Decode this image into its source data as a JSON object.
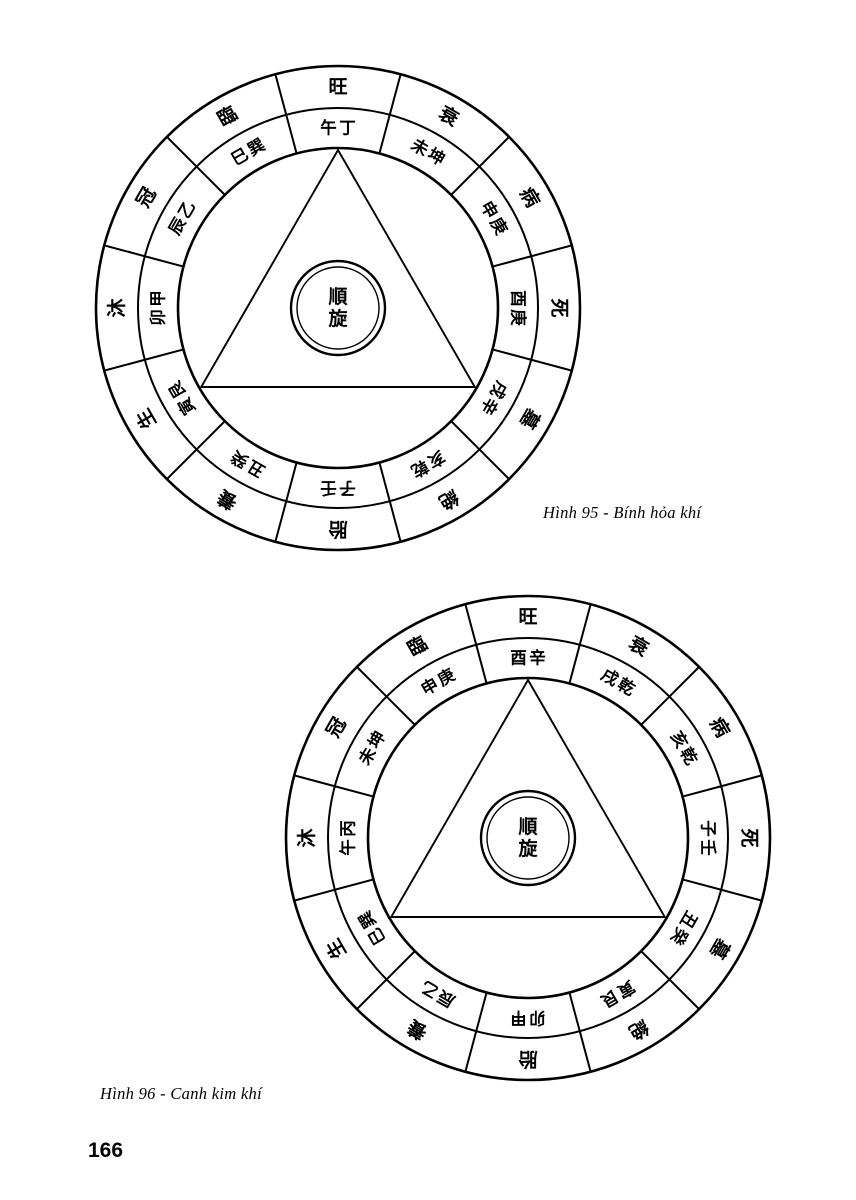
{
  "page": {
    "number": "166",
    "background_color": "#ffffff",
    "ink_color": "#000000"
  },
  "figures": [
    {
      "id": "fig95",
      "caption": "Hình 95 - Bính hỏa khí",
      "hub_label": "順旋",
      "hub_label_chars": [
        "順",
        "旋"
      ],
      "outer_ring": [
        {
          "pos_deg": 0,
          "label": "旺"
        },
        {
          "pos_deg": 30,
          "label": "衰"
        },
        {
          "pos_deg": 60,
          "label": "病"
        },
        {
          "pos_deg": 90,
          "label": "死"
        },
        {
          "pos_deg": 120,
          "label": "墓"
        },
        {
          "pos_deg": 150,
          "label": "絶"
        },
        {
          "pos_deg": 180,
          "label": "胎"
        },
        {
          "pos_deg": 210,
          "label": "養"
        },
        {
          "pos_deg": 240,
          "label": "生"
        },
        {
          "pos_deg": 270,
          "label": "沐"
        },
        {
          "pos_deg": 300,
          "label": "冠"
        },
        {
          "pos_deg": 330,
          "label": "臨"
        }
      ],
      "inner_ring": [
        {
          "pos_deg": 0,
          "label": "午丁"
        },
        {
          "pos_deg": 30,
          "label": "未坤"
        },
        {
          "pos_deg": 60,
          "label": "申庚"
        },
        {
          "pos_deg": 90,
          "label": "酉庚"
        },
        {
          "pos_deg": 120,
          "label": "戌辛"
        },
        {
          "pos_deg": 150,
          "label": "亥乾"
        },
        {
          "pos_deg": 180,
          "label": "子壬"
        },
        {
          "pos_deg": 210,
          "label": "丑癸"
        },
        {
          "pos_deg": 240,
          "label": "寅艮"
        },
        {
          "pos_deg": 270,
          "label": "卯甲"
        },
        {
          "pos_deg": 300,
          "label": "辰乙"
        },
        {
          "pos_deg": 330,
          "label": "巳巽"
        }
      ],
      "triangle_vertices_deg": [
        0,
        120,
        240
      ]
    },
    {
      "id": "fig96",
      "caption": "Hình 96 - Canh kim khí",
      "hub_label": "順旋",
      "hub_label_chars": [
        "順",
        "旋"
      ],
      "outer_ring": [
        {
          "pos_deg": 0,
          "label": "旺"
        },
        {
          "pos_deg": 30,
          "label": "衰"
        },
        {
          "pos_deg": 60,
          "label": "病"
        },
        {
          "pos_deg": 90,
          "label": "死"
        },
        {
          "pos_deg": 120,
          "label": "墓"
        },
        {
          "pos_deg": 150,
          "label": "絶"
        },
        {
          "pos_deg": 180,
          "label": "胎"
        },
        {
          "pos_deg": 210,
          "label": "養"
        },
        {
          "pos_deg": 240,
          "label": "生"
        },
        {
          "pos_deg": 270,
          "label": "沐"
        },
        {
          "pos_deg": 300,
          "label": "冠"
        },
        {
          "pos_deg": 330,
          "label": "臨"
        }
      ],
      "inner_ring": [
        {
          "pos_deg": 0,
          "label": "酉辛"
        },
        {
          "pos_deg": 30,
          "label": "戌乾"
        },
        {
          "pos_deg": 60,
          "label": "亥乾"
        },
        {
          "pos_deg": 90,
          "label": "子壬"
        },
        {
          "pos_deg": 120,
          "label": "丑癸"
        },
        {
          "pos_deg": 150,
          "label": "寅艮"
        },
        {
          "pos_deg": 180,
          "label": "卯甲"
        },
        {
          "pos_deg": 210,
          "label": "辰乙"
        },
        {
          "pos_deg": 240,
          "label": "巳巽"
        },
        {
          "pos_deg": 270,
          "label": "午丙"
        },
        {
          "pos_deg": 300,
          "label": "未坤"
        },
        {
          "pos_deg": 330,
          "label": "申庚"
        }
      ],
      "triangle_vertices_deg": [
        0,
        120,
        240
      ]
    }
  ],
  "geometry": {
    "outer_radius": 242,
    "ring_mid_radius": 200,
    "inner_ring_radius": 160,
    "hub_outer_radius": 47,
    "hub_inner_radius": 41
  }
}
